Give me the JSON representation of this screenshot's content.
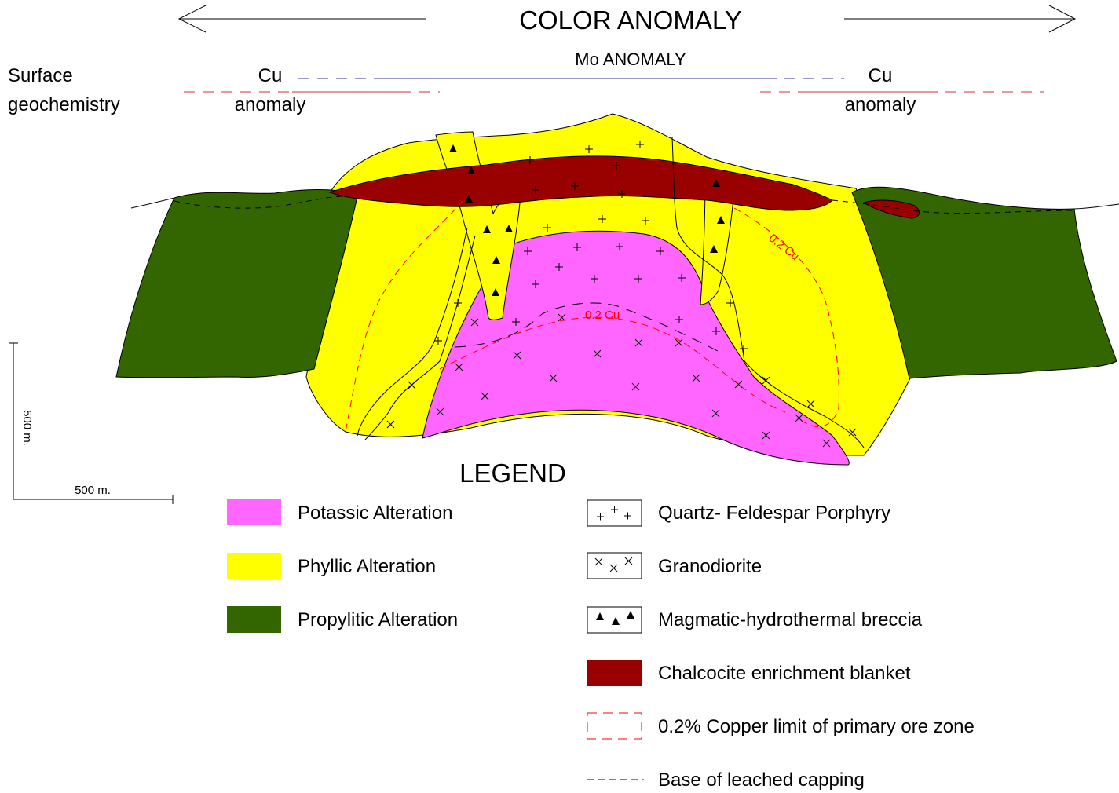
{
  "header": {
    "color_anomaly": "COLOR ANOMALY",
    "mo_anomaly": "Mo ANOMALY",
    "surface_line1": "Surface",
    "surface_line2": "geochemistry",
    "cu_left_line1": "Cu",
    "cu_left_line2": "anomaly",
    "cu_right_line1": "Cu",
    "cu_right_line2": "anomaly"
  },
  "section": {
    "cu_contour_outer": "0.2 Cu",
    "cu_contour_inner": "0.2 Cu"
  },
  "scale_bar": {
    "vertical": "500 m.",
    "horizontal": "500 m."
  },
  "legend": {
    "title": "LEGEND",
    "alteration": [
      {
        "label": "Potassic Alteration",
        "color": "#ff66ff"
      },
      {
        "label": "Phyllic Alteration",
        "color": "#ffff00"
      },
      {
        "label": "Propylitic Alteration",
        "color": "#336600"
      }
    ],
    "lithology": [
      {
        "label": "Quartz- Feldespar Porphyry",
        "symbol": "plus-pattern"
      },
      {
        "label": "Granodiorite",
        "symbol": "cross-pattern"
      },
      {
        "label": "Magmatic-hydrothermal breccia",
        "symbol": "triangle-pattern"
      },
      {
        "label": "Chalcocite enrichment blanket",
        "color": "#990000"
      },
      {
        "label": "0.2% Copper limit of primary ore zone",
        "symbol": "red-dashed-box"
      },
      {
        "label": "Base of leached capping",
        "symbol": "black-dashed-line"
      }
    ]
  },
  "colors": {
    "potassic": "#ff66ff",
    "phyllic": "#ffff00",
    "propylitic": "#336600",
    "chalcocite": "#990000",
    "cu_limit": "#ff0000",
    "cu_anomaly_line": "#cc3333",
    "mo_anomaly_line": "#333399"
  }
}
